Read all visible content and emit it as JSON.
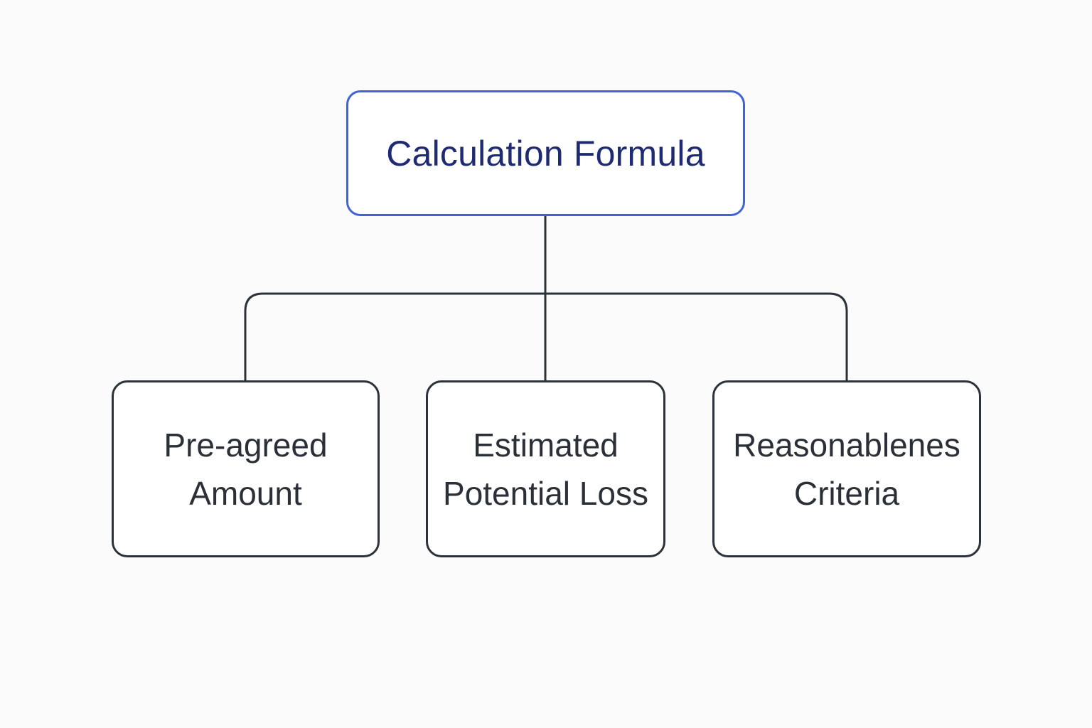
{
  "diagram": {
    "root": {
      "label": "Calculation Formula",
      "border_color": "#4263d8",
      "text_color": "#1e2a73"
    },
    "children": [
      {
        "line1": "Pre-agreed",
        "line2": "Amount"
      },
      {
        "line1": "Estimated",
        "line2": "Potential Loss"
      },
      {
        "line1": "Reasonablenes",
        "line2": "Criteria"
      }
    ],
    "connector_color": "#2c323a",
    "background_color": "#fbfbfb"
  }
}
